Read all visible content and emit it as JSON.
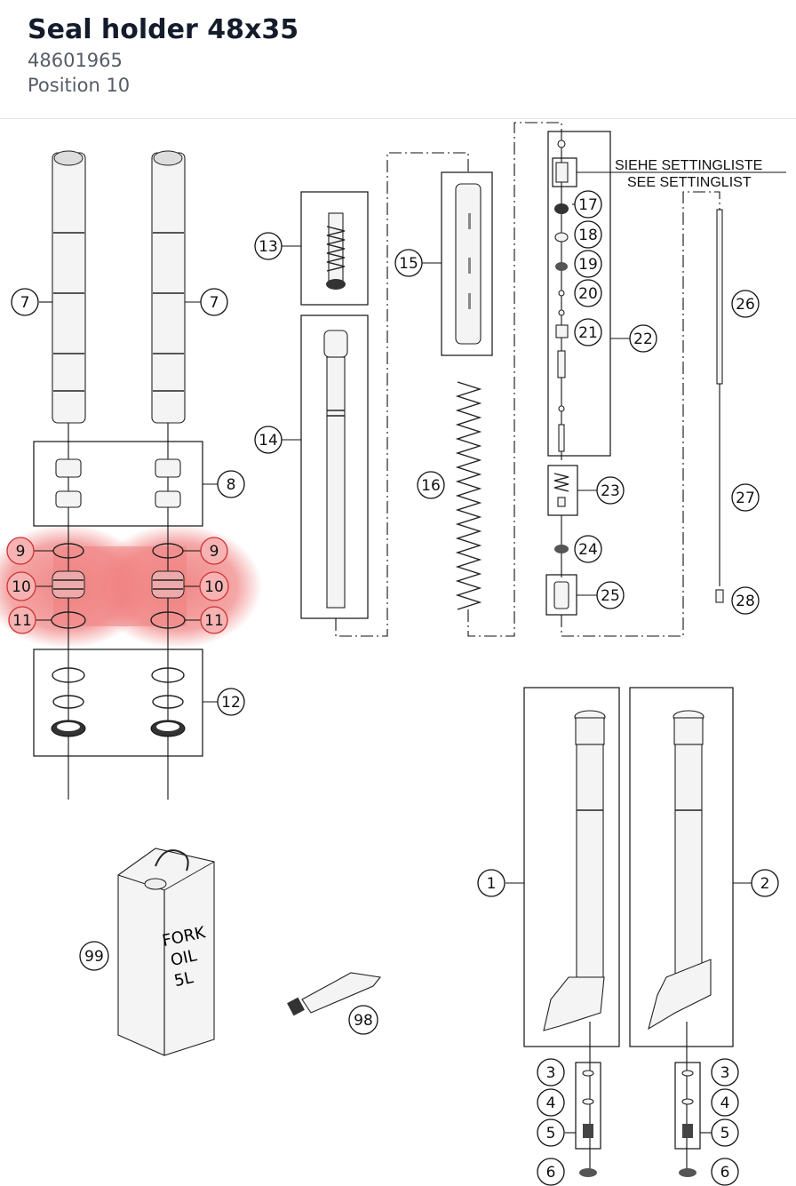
{
  "header": {
    "title": "Seal holder 48x35",
    "part_number": "48601965",
    "position": "Position 10"
  },
  "diagram": {
    "note_line1": "SIEHE SETTINGLISTE",
    "note_line2": "SEE SETTINGLIST",
    "oil_can_text": [
      "FORK",
      "OIL",
      "5L"
    ],
    "highlight_color": "#f08080",
    "highlighted_position": "10",
    "labels": {
      "c7a": "7",
      "c7b": "7",
      "c8": "8",
      "c9a": "9",
      "c9b": "9",
      "c10a": "10",
      "c10b": "10",
      "c11a": "11",
      "c11b": "11",
      "c12": "12",
      "c13": "13",
      "c14": "14",
      "c15": "15",
      "c16": "16",
      "c17": "17",
      "c18": "18",
      "c19": "19",
      "c20": "20",
      "c21": "21",
      "c22": "22",
      "c23": "23",
      "c24": "24",
      "c25": "25",
      "c26": "26",
      "c27": "27",
      "c28": "28",
      "c1": "1",
      "c2": "2",
      "c3a": "3",
      "c3b": "3",
      "c4a": "4",
      "c4b": "4",
      "c5a": "5",
      "c5b": "5",
      "c6a": "6",
      "c6b": "6",
      "c98": "98",
      "c99": "99"
    }
  }
}
